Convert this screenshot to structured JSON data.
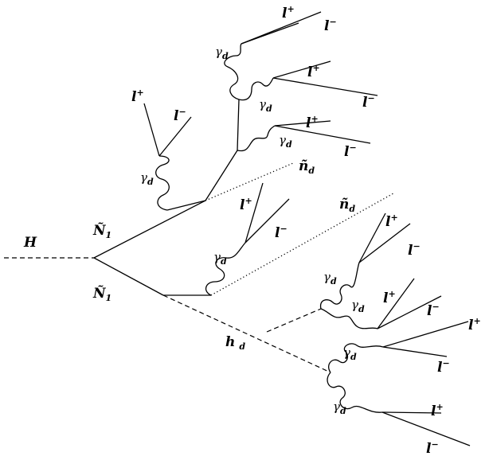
{
  "labels": {
    "H": "H",
    "N1_base": "Ñ",
    "N1_sub": "1",
    "n_base": "ñ",
    "n_sub": "d",
    "h_base": "h",
    "h_sub": "d",
    "gamma_base": "γ",
    "gamma_sub": "d",
    "lep_base": "l",
    "lep_plus": "+",
    "lep_minus": "−"
  }
}
